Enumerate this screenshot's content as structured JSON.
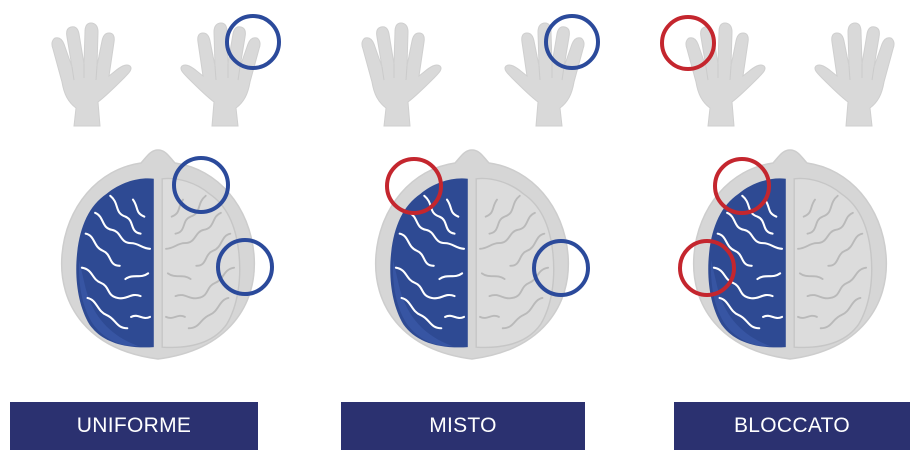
{
  "colors": {
    "active_hemisphere": "#2e4a93",
    "inactive_hemisphere": "#dcdcdc",
    "head": "#d6d6d6",
    "hand": "#d9d9d9",
    "circle_blue": "#2b4a9b",
    "circle_red": "#c4262e",
    "label_background": "#2b3170",
    "label_text": "#ffffff"
  },
  "panels": [
    {
      "label": "UNIFORME",
      "hand_circle_color": "circle_blue",
      "brain_circle_colors": [
        "circle_blue",
        "circle_blue"
      ]
    },
    {
      "label": "MISTO",
      "hand_circle_color": "circle_blue",
      "brain_circle_colors": [
        "circle_red",
        "circle_blue"
      ]
    },
    {
      "label": "BLOCCATO",
      "hand_circle_color": "circle_red",
      "brain_circle_colors": [
        "circle_red",
        "circle_red"
      ]
    }
  ]
}
